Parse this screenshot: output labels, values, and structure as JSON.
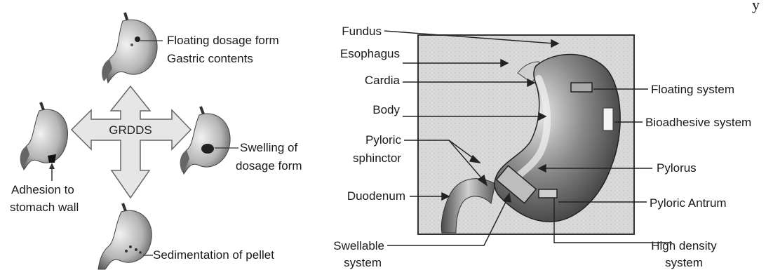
{
  "left_panel": {
    "center_label": "GRDDS",
    "top_label_line1": "Floating dosage form",
    "top_label_line2": "Gastric contents",
    "right_label_line1": "Swelling of",
    "right_label_line2": "dosage form",
    "left_label_line1": "Adhesion to",
    "left_label_line2": "stomach wall",
    "bottom_label": "Sedimentation of pellet"
  },
  "right_panel": {
    "labels_left": {
      "fundus": "Fundus",
      "esophagus": "Esophagus",
      "cardia": "Cardia",
      "body": "Body",
      "pyloric_line1": "Pyloric",
      "pyloric_line2": "sphinctor",
      "duodenum": "Duodenum",
      "swellable_line1": "Swellable",
      "swellable_line2": "system"
    },
    "labels_right": {
      "floating": "Floating system",
      "bioadhesive": "Bioadhesive system",
      "pylorus": "Pylorus",
      "antrum": "Pyloric Antrum",
      "high_density_line1": "High density",
      "high_density_line2": "system"
    }
  },
  "top_right_fragment": "y"
}
